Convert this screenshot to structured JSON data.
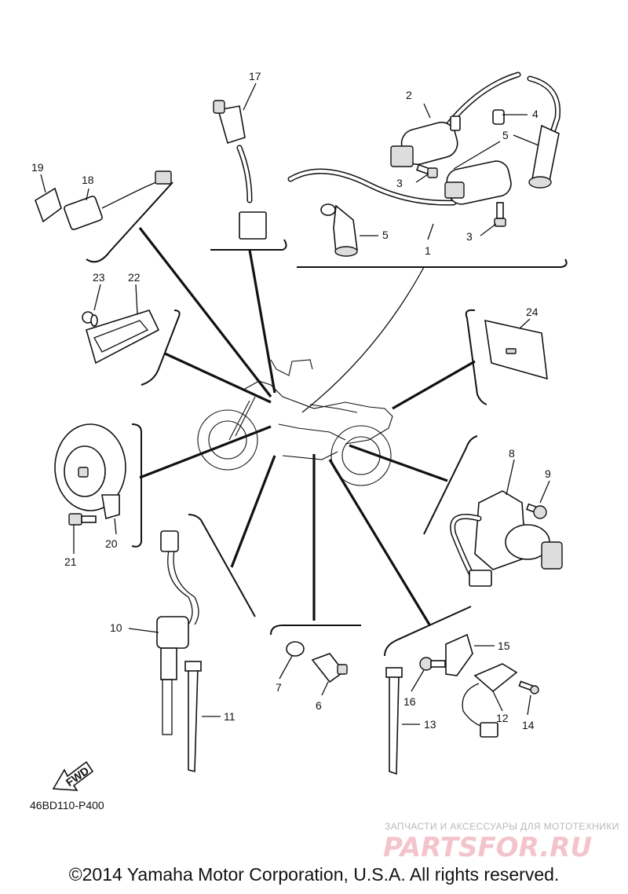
{
  "diagram": {
    "diagram_code": "46BD110-P400",
    "fwd_label": "FWD",
    "copyright": "©2014 Yamaha Motor Corporation, U.S.A. All rights reserved.",
    "watermark": {
      "tagline": "ЗАПЧАСТИ И АКСЕССУАРЫ ДЛЯ МОТОТЕХНИКИ",
      "site": "PARTSFOR.RU",
      "color": "#f4c4cc"
    },
    "callouts": [
      {
        "number": "1"
      },
      {
        "number": "2"
      },
      {
        "number": "3"
      },
      {
        "number": "3"
      },
      {
        "number": "4"
      },
      {
        "number": "5"
      },
      {
        "number": "5"
      },
      {
        "number": "6"
      },
      {
        "number": "7"
      },
      {
        "number": "8"
      },
      {
        "number": "9"
      },
      {
        "number": "10"
      },
      {
        "number": "11"
      },
      {
        "number": "12"
      },
      {
        "number": "13"
      },
      {
        "number": "14"
      },
      {
        "number": "15"
      },
      {
        "number": "16"
      },
      {
        "number": "17"
      },
      {
        "number": "18"
      },
      {
        "number": "19"
      },
      {
        "number": "20"
      },
      {
        "number": "21"
      },
      {
        "number": "22"
      },
      {
        "number": "23"
      },
      {
        "number": "24"
      }
    ]
  }
}
